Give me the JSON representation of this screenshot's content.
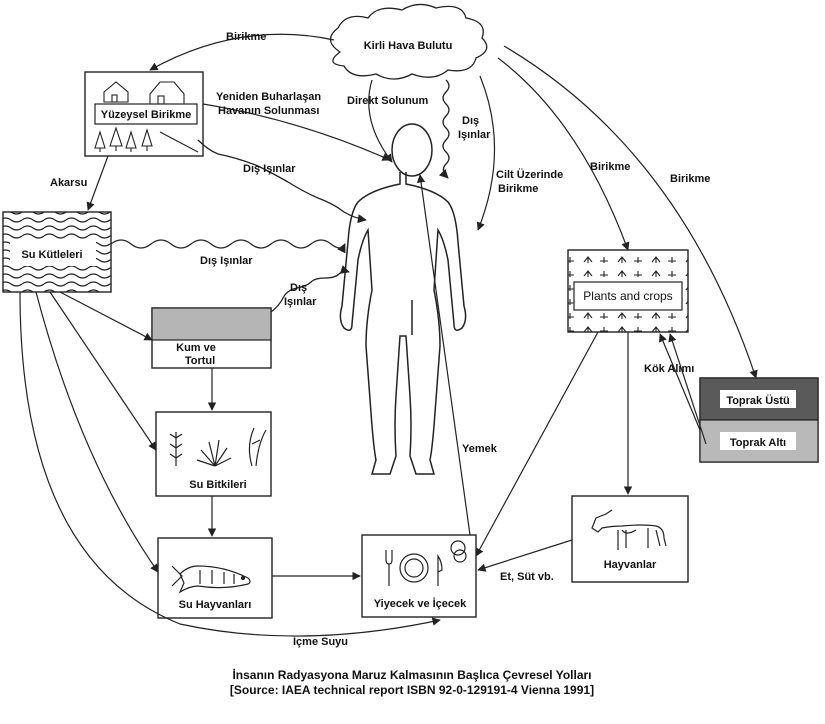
{
  "nodes": {
    "cloud": "Kirli Hava Bulutu",
    "surface_deposit": "Yüzeysel Birikme",
    "water_bodies": "Su Kütleleri",
    "sand_sediment_1": "Kum ve",
    "sand_sediment_2": "Tortul",
    "aquatic_plants": "Su Bitkileri",
    "aquatic_animals": "Su Hayvanları",
    "food_drink": "Yiyecek ve İçecek",
    "plants_crops": "Plants and crops",
    "topsoil": "Toprak Üstü",
    "subsoil": "Toprak Altı",
    "animals": "Hayvanlar"
  },
  "edges": {
    "deposit_top": "Birikme",
    "resuspension_1": "Yeniden Buharlaşan",
    "resuspension_2": "Havanın Solunması",
    "direct_inhalation": "Direkt Solunum",
    "external_rays_cloud_1": "Dış",
    "external_rays_cloud_2": "Işınlar",
    "skin_deposit_1": "Cilt Üzerinde",
    "skin_deposit_2": "Birikme",
    "deposit_plants": "Birikme",
    "deposit_soil": "Birikme",
    "runoff": "Akarsu",
    "external_rays_surface": "Dış Işınlar",
    "external_rays_water": "Dış Işınlar",
    "external_rays_sediment_1": "Dış",
    "external_rays_sediment_2": "Işınlar",
    "root_uptake": "Kök Alımı",
    "ingestion": "Yemek",
    "meat_milk": "Et, Süt vb.",
    "drinking_water": "İçme Suyu"
  },
  "caption": {
    "line1": "İnsanın Radyasyona Maruz Kalmasının Başlıca Çevresel Yolları",
    "line2": "[Source: IAEA technical report ISBN 92-0-129191-4 Vienna 1991]"
  }
}
